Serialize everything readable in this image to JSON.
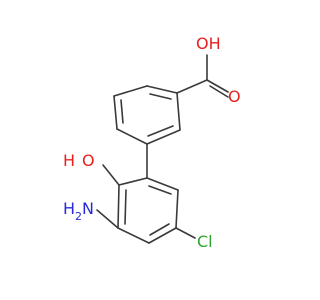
{
  "molecule": {
    "atom_labels": {
      "carboxyl_oh": "OH",
      "carbonyl_o": "O",
      "phenol_o": "O",
      "phenol_h": "H",
      "amine_h": "H",
      "amine_sub": "2",
      "amine_n": "N",
      "chlorine": "Cl"
    }
  },
  "colors": {
    "bond": "#3a3a3a",
    "oxygen": "#e8201f",
    "nitrogen": "#2a2ad8",
    "chlorine": "#2fa52f",
    "background": "#ffffff"
  }
}
